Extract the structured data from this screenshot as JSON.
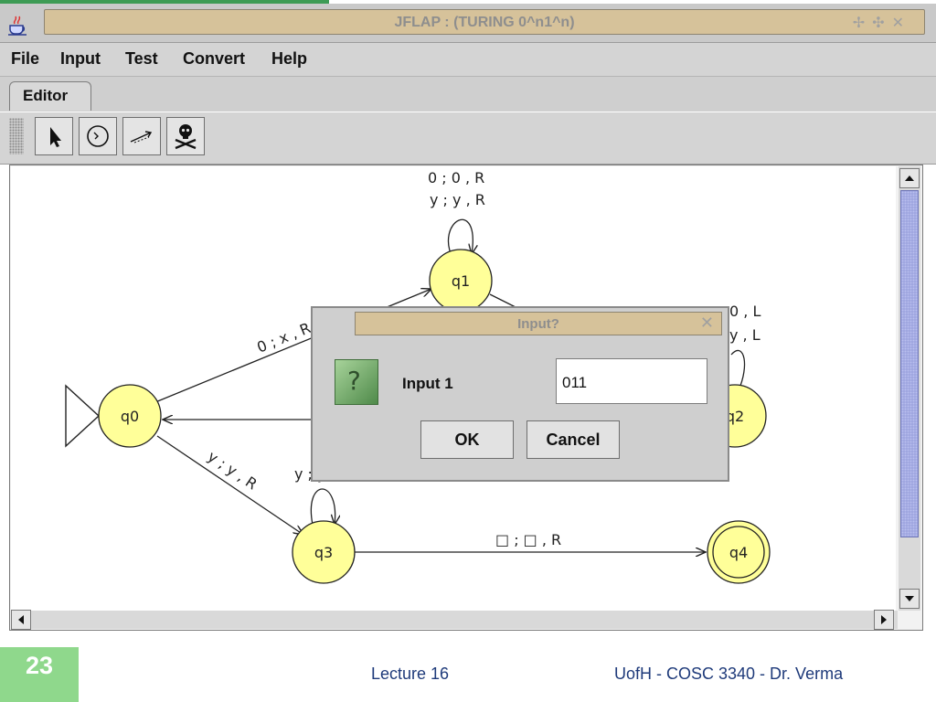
{
  "window": {
    "title": "JFLAP : (TURING 0^n1^n)"
  },
  "menu": [
    "File",
    "Input",
    "Test",
    "Convert",
    "Help"
  ],
  "tab": "Editor",
  "tools": {
    "attribute_editor": "arrow-pointer-icon",
    "state_creator": "state-circle-icon",
    "transition_creator": "transition-arrow-icon",
    "deleter": "skull-crossbones-icon"
  },
  "automaton": {
    "states": [
      {
        "id": "q0",
        "label": "q0",
        "initial": true,
        "final": false
      },
      {
        "id": "q1",
        "label": "q1",
        "initial": false,
        "final": false
      },
      {
        "id": "q2",
        "label": "q2",
        "initial": false,
        "final": false
      },
      {
        "id": "q3",
        "label": "q3",
        "initial": false,
        "final": false
      },
      {
        "id": "q4",
        "label": "q4",
        "initial": false,
        "final": true
      }
    ],
    "transitions": {
      "q1_loop": [
        "0 ; 0 , R",
        "y ; y , R"
      ],
      "q2_loop": [
        "0 , L",
        "y , L"
      ],
      "q0_q1": "0 ; x , R",
      "q0_q3": "y ; y , R",
      "q3_loop": "y ; y",
      "q3_q4": "□ ; □ , R"
    }
  },
  "dialog": {
    "title": "Input?",
    "icon": "question-icon",
    "label": "Input 1",
    "value": "011",
    "ok": "OK",
    "cancel": "Cancel"
  },
  "footer": {
    "slide_number": "23",
    "center": "Lecture 16",
    "right": "UofH - COSC 3340 - Dr. Verma"
  },
  "colors": {
    "state_fill": "#ffff99",
    "title_field": "#d6c29a",
    "scroll_thumb": "#9aa2dd",
    "footer_box": "#8fd88c",
    "footer_text": "#1e3a7a"
  }
}
